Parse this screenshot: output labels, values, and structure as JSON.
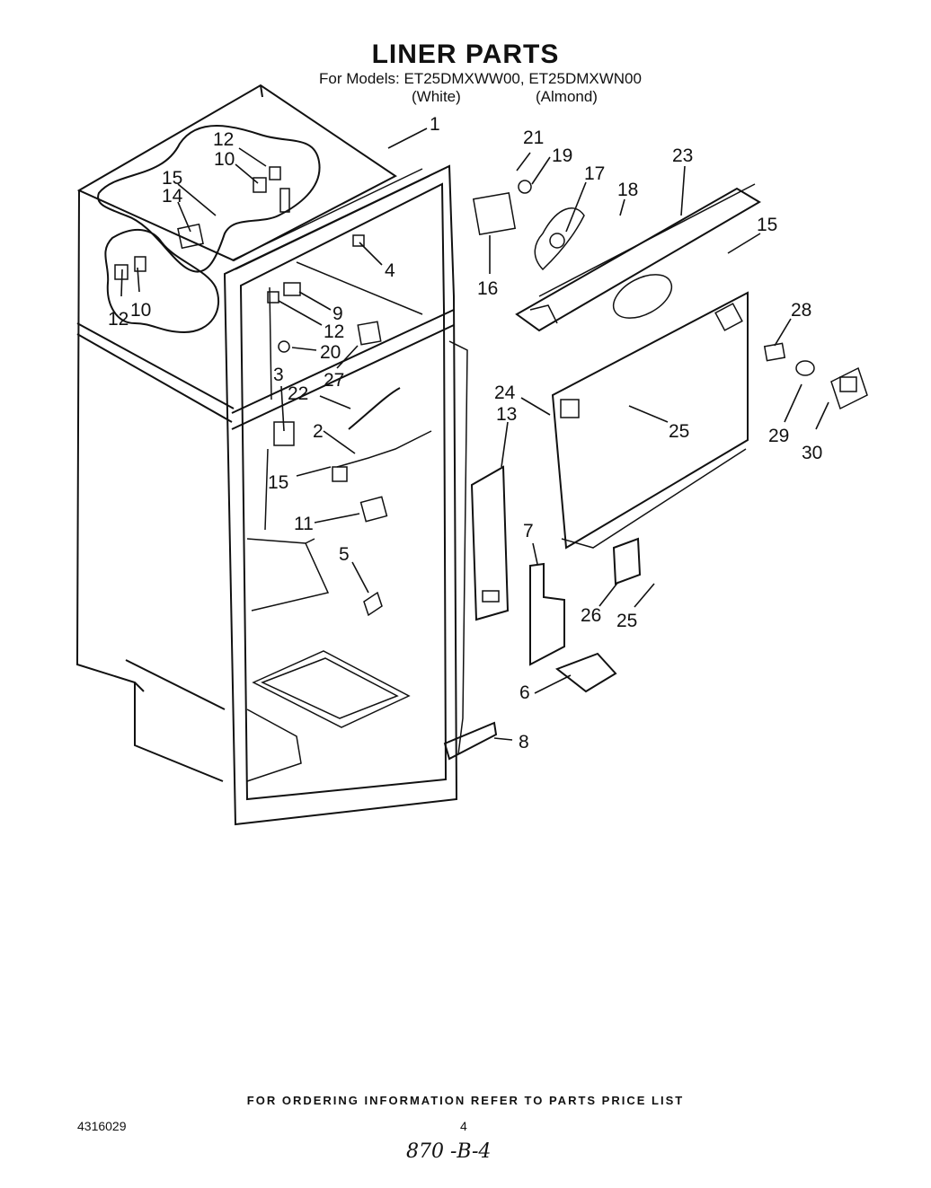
{
  "header": {
    "title": "LINER PARTS",
    "models_line": "For Models: ET25DMXWW00, ET25DMXWN00",
    "color_white": "(White)",
    "color_almond": "(Almond)"
  },
  "callouts": [
    {
      "id": "c1",
      "label": "1"
    },
    {
      "id": "c12a",
      "label": "12"
    },
    {
      "id": "c10a",
      "label": "10"
    },
    {
      "id": "c15a",
      "label": "15"
    },
    {
      "id": "c14",
      "label": "14"
    },
    {
      "id": "c12b",
      "label": "12"
    },
    {
      "id": "c10b",
      "label": "10"
    },
    {
      "id": "c4",
      "label": "4"
    },
    {
      "id": "c9",
      "label": "9"
    },
    {
      "id": "c12c",
      "label": "12"
    },
    {
      "id": "c20",
      "label": "20"
    },
    {
      "id": "c27",
      "label": "27"
    },
    {
      "id": "c3",
      "label": "3"
    },
    {
      "id": "c22",
      "label": "22"
    },
    {
      "id": "c2",
      "label": "2"
    },
    {
      "id": "c15b",
      "label": "15"
    },
    {
      "id": "c11",
      "label": "11"
    },
    {
      "id": "c5",
      "label": "5"
    },
    {
      "id": "c21",
      "label": "21"
    },
    {
      "id": "c19",
      "label": "19"
    },
    {
      "id": "c17",
      "label": "17"
    },
    {
      "id": "c18",
      "label": "18"
    },
    {
      "id": "c16",
      "label": "16"
    },
    {
      "id": "c23",
      "label": "23"
    },
    {
      "id": "c15c",
      "label": "15"
    },
    {
      "id": "c28",
      "label": "28"
    },
    {
      "id": "c24",
      "label": "24"
    },
    {
      "id": "c13",
      "label": "13"
    },
    {
      "id": "c25a",
      "label": "25"
    },
    {
      "id": "c29",
      "label": "29"
    },
    {
      "id": "c30",
      "label": "30"
    },
    {
      "id": "c7",
      "label": "7"
    },
    {
      "id": "c26",
      "label": "26"
    },
    {
      "id": "c25b",
      "label": "25"
    },
    {
      "id": "c6",
      "label": "6"
    },
    {
      "id": "c8",
      "label": "8"
    }
  ],
  "footer": {
    "ordering_note": "FOR ORDERING INFORMATION REFER TO PARTS PRICE LIST",
    "doc_number": "4316029",
    "page_number": "4",
    "handwritten_note": "870 -B-4"
  }
}
